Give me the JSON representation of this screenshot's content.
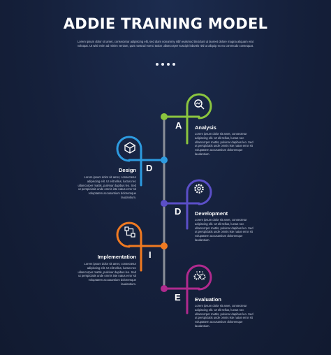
{
  "title": "ADDIE TRAINING MODEL",
  "subtitle": "Lorem ipsum dolor sit amet, consectetur adipiscing elit, sed diam nonummy nibh euismod tincidunt ut laoreet dolore magna aliquam erat volutpat. Ut wisi enim ad minim veniam, quis nostrud exerci tation ullamcorper suscipit lobortis nisl ut aliquip ex ea commodo consequat.",
  "steps": [
    {
      "label": "Analysis",
      "letter": "A",
      "color": "#8bc53f",
      "icon": "magnifier-chart-icon",
      "desc": "Lorem ipsum dolor sit amet, consectetur adipiscing elit. Ut elit tellus, luctus nec ullamcorper mattis, pulvinar dapibus leo. Sed ut perspiciatis unde omnis iste natus error sit voluptatem accusantium doloremque laudantium."
    },
    {
      "label": "Design",
      "letter": "D",
      "color": "#2d9be0",
      "icon": "cube-icon",
      "desc": "Lorem ipsum dolor sit amet, consectetur adipiscing elit. Ut elit tellus, luctus nec ullamcorper mattis, pulvinar dapibus leo. Sed ut perspiciatis unde omnis iste natus error sit voluptatem accusantium doloremque laudantium."
    },
    {
      "label": "Development",
      "letter": "D",
      "color": "#5b4fc8",
      "icon": "gear-icon",
      "desc": "Lorem ipsum dolor sit amet, consectetur adipiscing elit. Ut elit tellus, luctus nec ullamcorper mattis, pulvinar dapibus leo. Sed ut perspiciatis unde omnis iste natus error sit voluptatem accusantium doloremque laudantium."
    },
    {
      "label": "Implementation",
      "letter": "I",
      "color": "#f07a21",
      "icon": "workflow-icon",
      "desc": "Lorem ipsum dolor sit amet, consectetur adipiscing elit. Ut elit tellus, luctus nec ullamcorper mattis, pulvinar dapibus leo. Sed ut perspiciatis unde omnis iste natus error sit voluptatem accusantium doloremque laudantium."
    },
    {
      "label": "Evaluation",
      "letter": "E",
      "color": "#b02a8e",
      "icon": "gears-icon",
      "desc": "Lorem ipsum dolor sit amet, consectetur adipiscing elit. Ut elit tellus, luctus nec ullamcorper mattis, pulvinar dapibus leo. Sed ut perspiciatis unde omnis iste natus error sit voluptatem accusantium doloremque laudantium."
    }
  ],
  "colors": {
    "background": "#15203b",
    "timeline": "#8a8f99",
    "text": "#ffffff",
    "muted": "#c7cede"
  }
}
